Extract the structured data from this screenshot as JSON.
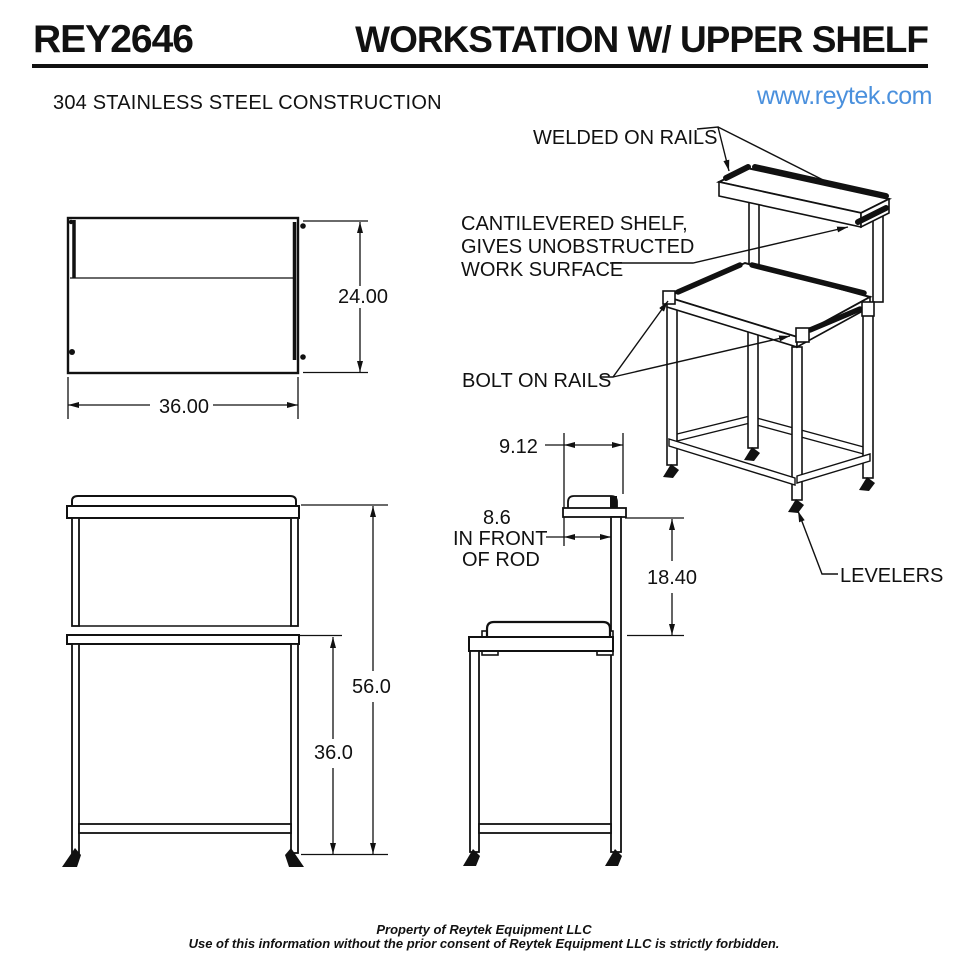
{
  "header": {
    "model": "REY2646",
    "title": "WORKSTATION W/ UPPER SHELF",
    "website": "www.reytek.com",
    "material_note": "304 STAINLESS STEEL CONSTRUCTION"
  },
  "colors": {
    "line": "#111111",
    "website_blue": "#4a90dd"
  },
  "views": {
    "top_view": {
      "dims": {
        "depth": "24.00",
        "width": "36.00"
      }
    },
    "front_view": {
      "dims": {
        "overall_height": "56.0",
        "worksurface_height": "36.0"
      }
    },
    "side_view": {
      "dims": {
        "shelf_depth": "9.12",
        "shelf_overhang": "8.6",
        "shelf_overhang_note1": "IN FRONT",
        "shelf_overhang_note2": "OF ROD",
        "shelf_to_surface": "18.40"
      }
    },
    "iso_view": {
      "labels": {
        "welded": "WELDED ON RAILS",
        "cantilever1": "CANTILEVERED SHELF,",
        "cantilever2": "GIVES UNOBSTRUCTED",
        "cantilever3": "WORK SURFACE",
        "bolt": "BOLT ON RAILS",
        "levelers": "LEVELERS"
      }
    }
  },
  "footer": {
    "line1": "Property of Reytek Equipment LLC",
    "line2": "Use of this information without the prior consent of Reytek Equipment LLC is strictly forbidden."
  }
}
